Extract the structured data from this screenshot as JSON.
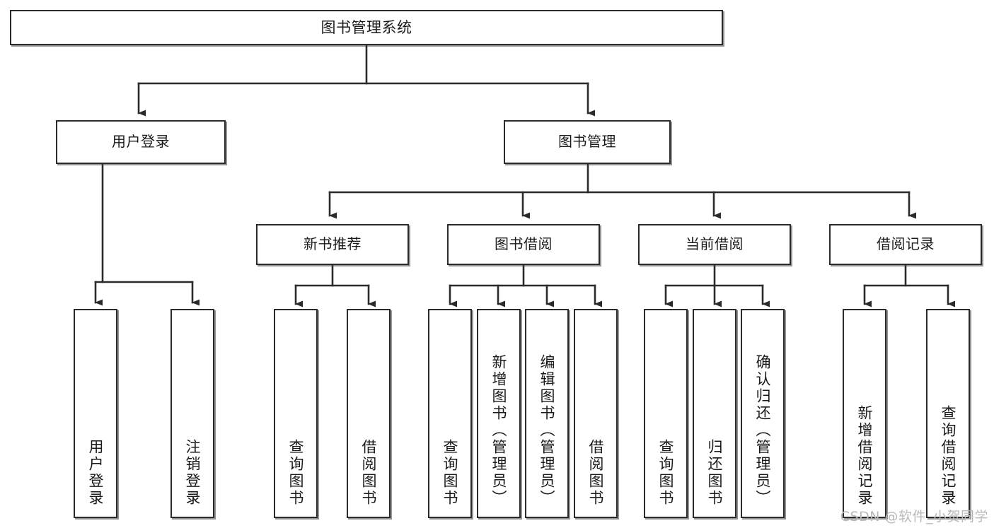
{
  "diagram": {
    "title": "图书管理系统",
    "type": "tree-hierarchy",
    "root": {
      "label": "图书管理系统"
    },
    "level2": [
      {
        "label": "用户登录"
      },
      {
        "label": "图书管理"
      }
    ],
    "level3": [
      {
        "label": "新书推荐"
      },
      {
        "label": "图书借阅"
      },
      {
        "label": "当前借阅"
      },
      {
        "label": "借阅记录"
      }
    ],
    "leaves": {
      "user_login": [
        {
          "label": "用户登录"
        },
        {
          "label": "注销登录"
        }
      ],
      "new_book_recommend": [
        {
          "label": "查询图书"
        },
        {
          "label": "借阅图书"
        }
      ],
      "book_borrow": [
        {
          "label": "查询图书"
        },
        {
          "label": "新增图书（管理员）"
        },
        {
          "label": "编辑图书（管理员）"
        },
        {
          "label": "借阅图书"
        }
      ],
      "current_borrow": [
        {
          "label": "查询图书"
        },
        {
          "label": "归还图书"
        },
        {
          "label": "确认归还（管理员）"
        }
      ],
      "borrow_record": [
        {
          "label": "新增借阅记录"
        },
        {
          "label": "查询借阅记录"
        }
      ]
    }
  },
  "watermark": {
    "text": "CSDN @软件_小贺同学"
  },
  "colors": {
    "stroke": "#2b2b2b",
    "fill": "#ffffff",
    "watermark": "#b9b9b9"
  }
}
